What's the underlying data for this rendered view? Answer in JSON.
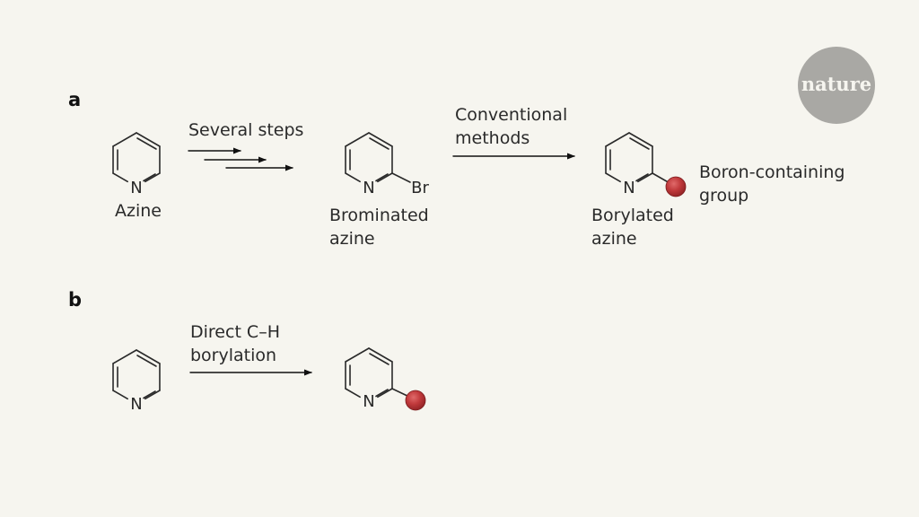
{
  "colors": {
    "background": "#f6f5ef",
    "ink": "#2a2a2a",
    "boron_ball": "#c0393b",
    "logo_circle": "#a9a8a4"
  },
  "logo": {
    "text": "nature"
  },
  "panel_a": {
    "label": "a",
    "reactant": {
      "atom": "N",
      "name": "Azine"
    },
    "step1": {
      "label": "Several steps"
    },
    "intermediate": {
      "atom": "N",
      "substituent": "Br",
      "name_line1": "Brominated",
      "name_line2": "azine"
    },
    "step2": {
      "label_line1": "Conventional",
      "label_line2": "methods"
    },
    "product": {
      "atom": "N",
      "name_line1": "Borylated",
      "name_line2": "azine",
      "group_line1": "Boron-containing",
      "group_line2": "group"
    }
  },
  "panel_b": {
    "label": "b",
    "reactant": {
      "atom": "N"
    },
    "step": {
      "label_line1": "Direct C–H",
      "label_line2": "borylation"
    },
    "product": {
      "atom": "N"
    }
  }
}
